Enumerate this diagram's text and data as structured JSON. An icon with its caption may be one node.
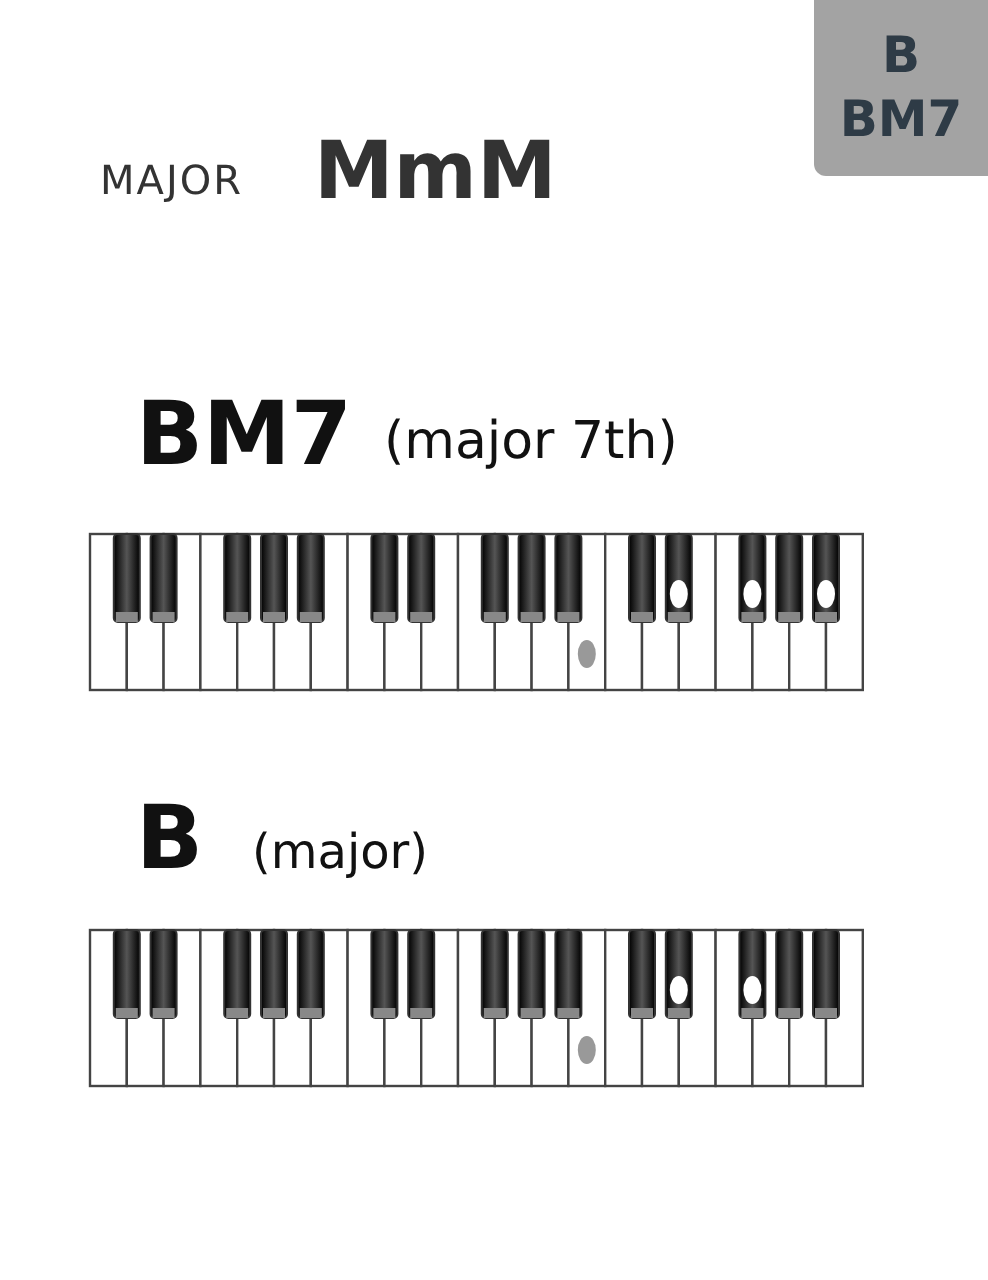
{
  "diagram": {
    "nodes": [
      {
        "text": [
          "B",
          "BM7"
        ]
      }
    ],
    "labels": [
      "MAJOR",
      "MmM",
      "BM7",
      "(major 7th)",
      "B",
      "(major)"
    ]
  }
}
